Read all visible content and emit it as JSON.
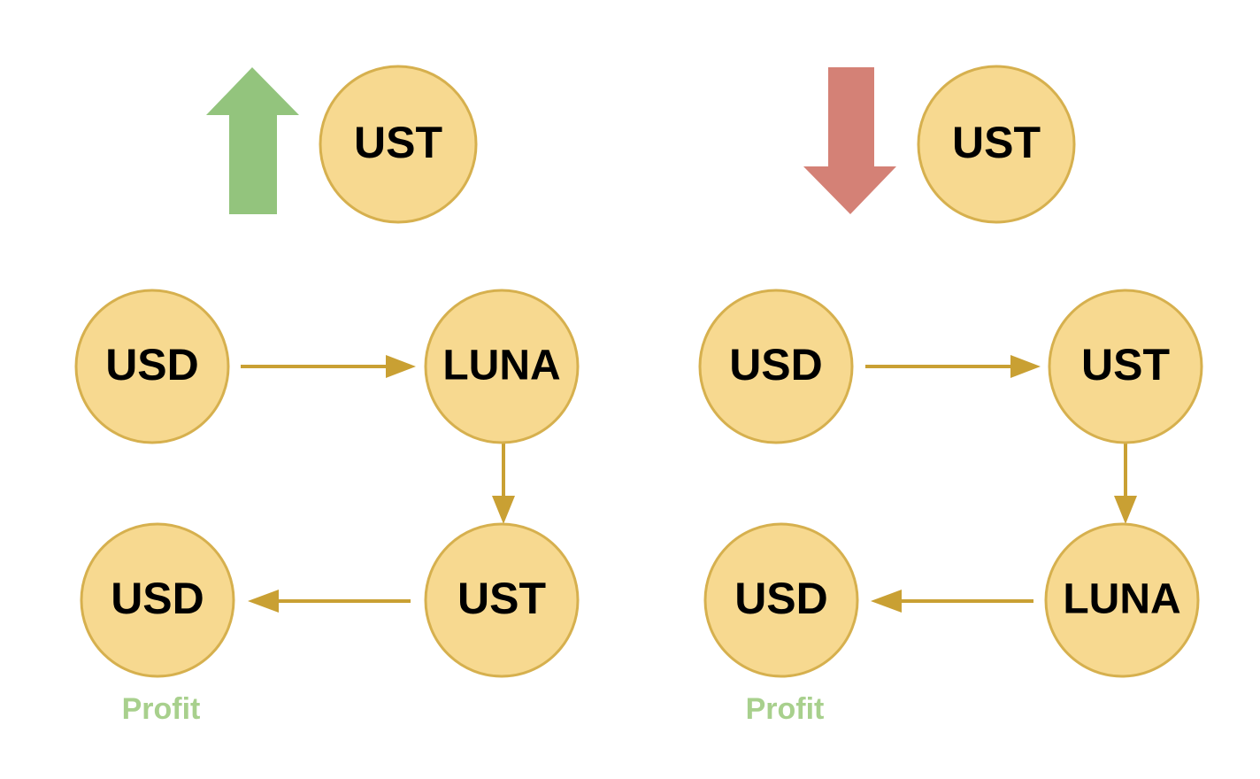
{
  "colors": {
    "coin_fill": "#f7d990",
    "coin_stroke": "#d6b04e",
    "flow_arrow": "#c9a033",
    "up_arrow": "#93c47d",
    "down_arrow": "#d48176",
    "profit_text": "#a8d08d"
  },
  "left_panel": {
    "price_direction": "up",
    "price_direction_icon": "up-arrow-icon",
    "price_coin": "UST",
    "flow": {
      "start": "USD",
      "step_2": "LUNA",
      "step_3": "UST",
      "end": "USD"
    },
    "result_label": "Profit"
  },
  "right_panel": {
    "price_direction": "down",
    "price_direction_icon": "down-arrow-icon",
    "price_coin": "UST",
    "flow": {
      "start": "USD",
      "step_2": "UST",
      "step_3": "LUNA",
      "end": "USD"
    },
    "result_label": "Profit"
  }
}
